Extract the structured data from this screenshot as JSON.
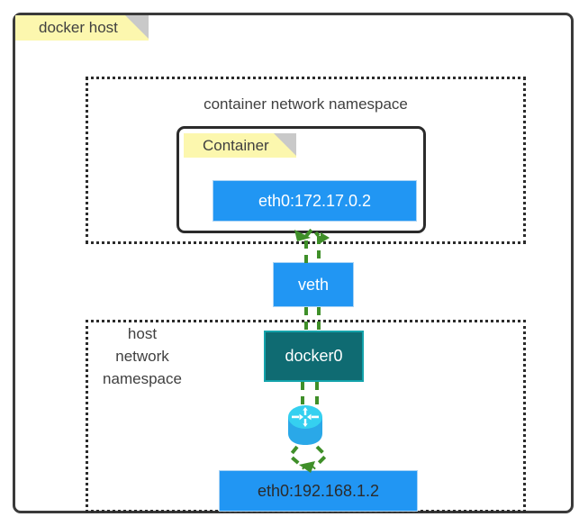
{
  "diagram": {
    "title": "docker host",
    "host_frame": {
      "tag_label": "docker host",
      "tag_icon": "note-fold-icon"
    },
    "container_namespace": {
      "title": "container network namespace",
      "container_box": {
        "tag_label": "Container",
        "tag_icon": "note-fold-icon",
        "interface": {
          "label": "eth0:172.17.0.2",
          "name": "eth0",
          "ip": "172.17.0.2"
        }
      }
    },
    "veth": {
      "label": "veth"
    },
    "host_namespace": {
      "title_line1": "host",
      "title_line2": "network",
      "title_line3": "namespace",
      "bridge": {
        "label": "docker0"
      },
      "router": {
        "icon": "router-icon"
      },
      "interface": {
        "label": "eth0:192.168.1.2",
        "name": "eth0",
        "ip": "192.168.1.2"
      }
    },
    "colors": {
      "tag_yellow": "#fcf7ae",
      "tag_fold_gray": "#c9c9c9",
      "frame_dark": "#3a3a3a",
      "dotted_border": "#2b2b2b",
      "node_blue": "#2196f3",
      "bridge_teal": "#0f6b72",
      "bridge_teal_border": "#14a3ab",
      "link_green": "#3f8f29",
      "router_top_cyan": "#35d0f0",
      "router_body_blue": "#2aa8e8",
      "text_dark": "#404040",
      "text_light": "#ffffff"
    },
    "links": [
      {
        "name": "container-eth0-to-veth",
        "style": "dashed",
        "color": "#3f8f29",
        "bidirectional": true
      },
      {
        "name": "veth-to-docker0",
        "style": "dashed",
        "color": "#3f8f29",
        "bidirectional": true
      },
      {
        "name": "docker0-to-router",
        "style": "dashed",
        "color": "#3f8f29",
        "bidirectional": true
      },
      {
        "name": "router-to-host-eth0",
        "style": "dashed",
        "color": "#3f8f29",
        "bidirectional": true
      }
    ]
  }
}
